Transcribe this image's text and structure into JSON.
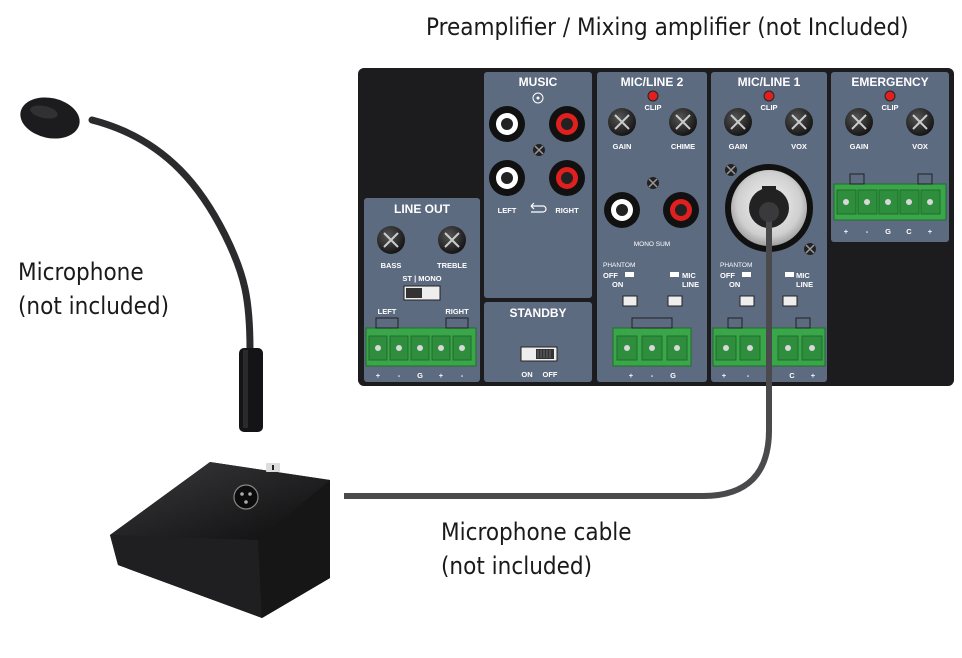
{
  "captions": {
    "title": "Preamplifier / Mixing amplifier (not Included)",
    "microphone_line1": "Microphone",
    "microphone_line2": "(not included)",
    "cable_line1": "Microphone cable",
    "cable_line2": "(not included)"
  },
  "panel": {
    "music": {
      "title": "MUSIC",
      "left": "LEFT",
      "right": "RIGHT"
    },
    "line_out": {
      "title": "LINE OUT",
      "bass": "BASS",
      "treble": "TREBLE",
      "st_mono": "ST | MONO",
      "left": "LEFT",
      "right": "RIGHT",
      "pins": [
        "+",
        "-",
        "G",
        "+",
        "-"
      ]
    },
    "standby": {
      "title": "STANDBY",
      "on": "ON",
      "off": "OFF"
    },
    "mic_line2": {
      "title": "MIC/LINE 2",
      "clip": "CLIP",
      "gain": "GAIN",
      "chime": "CHIME",
      "mono_sum": "MONO SUM",
      "phantom": "PHANTOM",
      "off": "OFF",
      "on": "ON",
      "mic": "MIC",
      "line": "LINE",
      "pins": [
        "+",
        "-",
        "G"
      ]
    },
    "mic_line1": {
      "title": "MIC/LINE 1",
      "clip": "CLIP",
      "gain": "GAIN",
      "vox": "VOX",
      "phantom": "PHANTOM",
      "off": "OFF",
      "on": "ON",
      "mic": "MIC",
      "line": "LINE",
      "pins": [
        "+",
        "-",
        "C",
        "+"
      ]
    },
    "emergency": {
      "title": "EMERGENCY",
      "clip": "CLIP",
      "gain": "GAIN",
      "vox": "VOX",
      "pins": [
        "+",
        "-",
        "G",
        "C",
        "+"
      ]
    }
  },
  "colors": {
    "panel": "#1c1c1e",
    "module": "#5d6b80",
    "terminal": "#3aa64a",
    "led": "#e0201f",
    "cable": "#4a4a4c"
  }
}
